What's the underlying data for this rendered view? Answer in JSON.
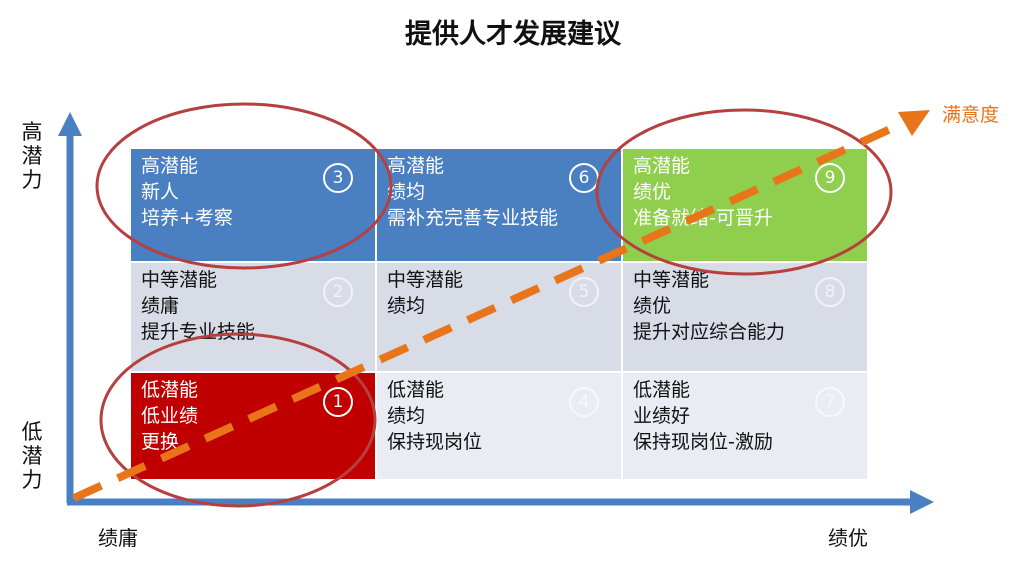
{
  "title": "提供人才发展建议",
  "axes": {
    "y_high": "高潜力",
    "y_low": "低潜力",
    "x_low": "绩庸",
    "x_high": "绩优"
  },
  "trend_label": "满意度",
  "cells": [
    {
      "num": "3",
      "lines": [
        "高潜能",
        "新人",
        "培养+考察"
      ],
      "style": "c-blue"
    },
    {
      "num": "6",
      "lines": [
        "高潜能",
        "绩均",
        "需补充完善专业技能"
      ],
      "style": "c-blue"
    },
    {
      "num": "9",
      "lines": [
        "高潜能",
        "绩优",
        "准备就绪-可晋升"
      ],
      "style": "c-green"
    },
    {
      "num": "2",
      "lines": [
        "中等潜能",
        "绩庸",
        "提升专业技能"
      ],
      "style": "c-lgray"
    },
    {
      "num": "5",
      "lines": [
        "中等潜能",
        "绩均"
      ],
      "style": "c-lgray"
    },
    {
      "num": "8",
      "lines": [
        "中等潜能",
        "绩优",
        "提升对应综合能力"
      ],
      "style": "c-lgray"
    },
    {
      "num": "1",
      "lines": [
        "低潜能",
        "低业绩",
        "更换"
      ],
      "style": "c-red"
    },
    {
      "num": "4",
      "lines": [
        "低潜能",
        "绩均",
        "保持现岗位"
      ],
      "style": "c-vlgray"
    },
    {
      "num": "7",
      "lines": [
        "低潜能",
        "业绩好",
        "保持现岗位-激励"
      ],
      "style": "c-vlgray"
    }
  ],
  "colors": {
    "axis": "#4a7fc1",
    "trend": "#e8751a",
    "ellipse": "#b5403f"
  }
}
